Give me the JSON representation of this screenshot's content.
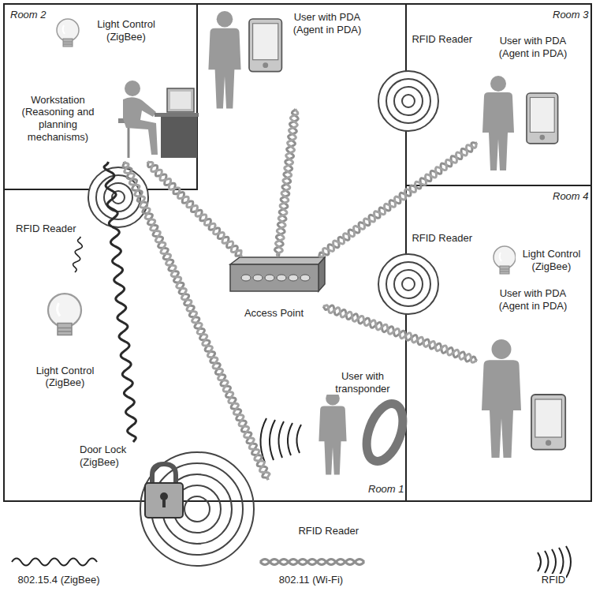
{
  "diagram": {
    "nodes": [
      {
        "text": [
          "Light Control (ZigBee)"
        ]
      },
      {
        "text": [
          "Workstation (Reasoning and planning mechanisms)"
        ]
      },
      {
        "text": [
          "User with PDA (Agent in PDA)"
        ]
      },
      {
        "text": [
          "RFID Reader"
        ]
      },
      {
        "text": [
          "User with PDA (Agent in PDA)"
        ]
      },
      {
        "text": [
          "RFID Reader"
        ]
      },
      {
        "text": [
          "Light Control (ZigBee)"
        ]
      },
      {
        "text": [
          "Access Point"
        ]
      },
      {
        "text": [
          "RFID Reader"
        ]
      },
      {
        "text": [
          "Light Control (ZigBee)"
        ]
      },
      {
        "text": [
          "User with PDA (Agent in PDA)"
        ]
      },
      {
        "text": [
          "User with transponder"
        ]
      },
      {
        "text": [
          "Door Lock (ZigBee)"
        ]
      },
      {
        "text": [
          "RFID Reader"
        ]
      }
    ],
    "edges": [
      {
        "from": 1,
        "to": 7,
        "arrow": "none"
      },
      {
        "from": 2,
        "to": 7,
        "arrow": "none"
      },
      {
        "from": 4,
        "to": 7,
        "arrow": "none"
      },
      {
        "from": 10,
        "to": 7,
        "arrow": "none"
      },
      {
        "from": 1,
        "to": 13,
        "arrow": "none"
      },
      {
        "from": 1,
        "to": 12,
        "arrow": "none"
      },
      {
        "from": 5,
        "to": 6,
        "arrow": "none"
      }
    ],
    "labels": [
      "Room 2",
      "Room 3",
      "Room 4",
      "Room 1"
    ],
    "legend": [
      {
        "text": "802.15.4 (ZigBee)"
      },
      {
        "text": "802.11 (Wi-Fi)"
      },
      {
        "text": "RFID"
      }
    ]
  }
}
